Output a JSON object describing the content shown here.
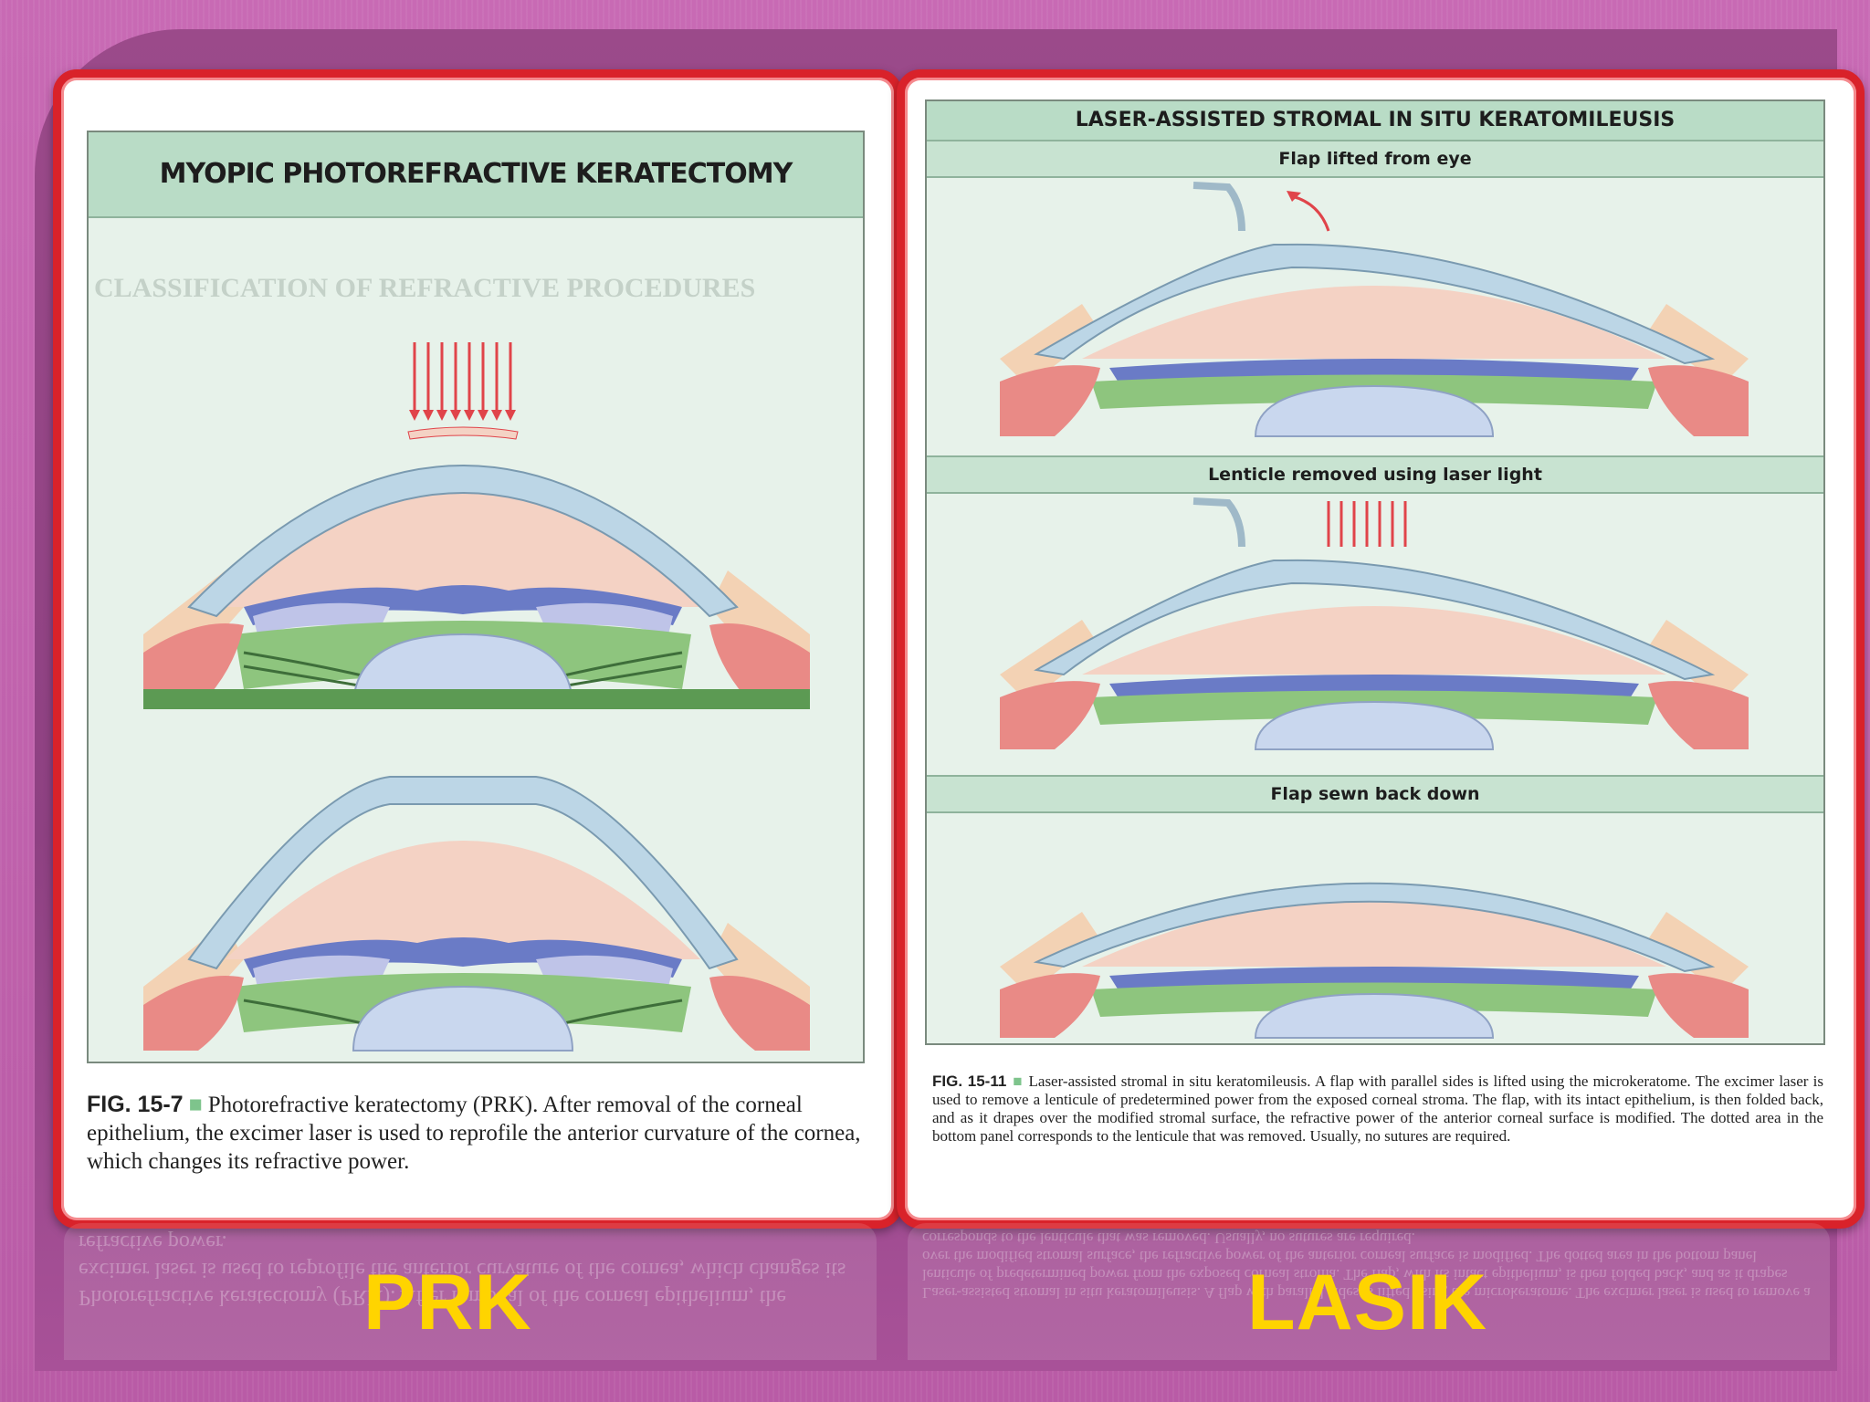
{
  "slide": {
    "labels": {
      "prk": "PRK",
      "lasik": "LASIK"
    }
  },
  "prk_panel": {
    "figure_title": "MYOPIC PHOTOREFRACTIVE KERATECTOMY",
    "background_heading": "CLASSIFICATION OF REFRACTIVE PROCEDURES",
    "caption": {
      "fig_no": "FIG. 15-7",
      "separator": "■",
      "text": "Photorefractive keratectomy (PRK). After removal of the corneal epithelium, the excimer laser is used to reprofile the anterior curvature of the cornea, which changes its refractive power."
    }
  },
  "lasik_panel": {
    "figure_title": "LASER-ASSISTED STROMAL IN SITU KERATOMILEUSIS",
    "sections": [
      {
        "label": "Flap lifted from eye"
      },
      {
        "label": "Lenticle removed using laser light"
      },
      {
        "label": "Flap sewn back down"
      }
    ],
    "caption": {
      "fig_no": "FIG. 15-11",
      "separator": "■",
      "text": "Laser-assisted stromal in situ keratomileusis. A flap with parallel sides is lifted using the microkeratome. The excimer laser is used to remove a lenticule of predetermined power from the exposed corneal stroma. The flap, with its intact epithelium, is then folded back, and as it drapes over the modified stromal surface, the refractive power of the anterior corneal surface is modified. The dotted area in the bottom panel corresponds to the lenticule that was removed. Usually, no sutures are required."
    }
  },
  "colors": {
    "frame_red": "#d9222a",
    "label_yellow": "#ffd400",
    "slide_magenta": "#c86ab4",
    "cornea_blue": "#bcd6e6",
    "iris_pink": "#e98a86",
    "ciliary_green": "#8ec57e",
    "lens_blue": "#c9d7ee",
    "aqueous_peach": "#f4d2c4",
    "laser_red": "#e0444a"
  }
}
